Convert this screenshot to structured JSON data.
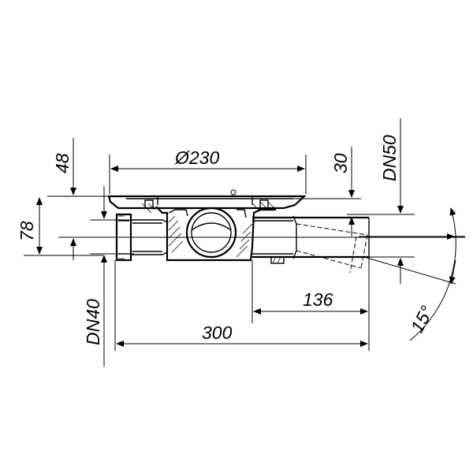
{
  "labels": {
    "diameter": "Ø230",
    "height_top": "48",
    "height_total": "78",
    "inlet": "DN40",
    "outlet_offset": "30",
    "outlet": "DN50",
    "outlet_length": "136",
    "total_length": "300",
    "angle": "15°"
  }
}
